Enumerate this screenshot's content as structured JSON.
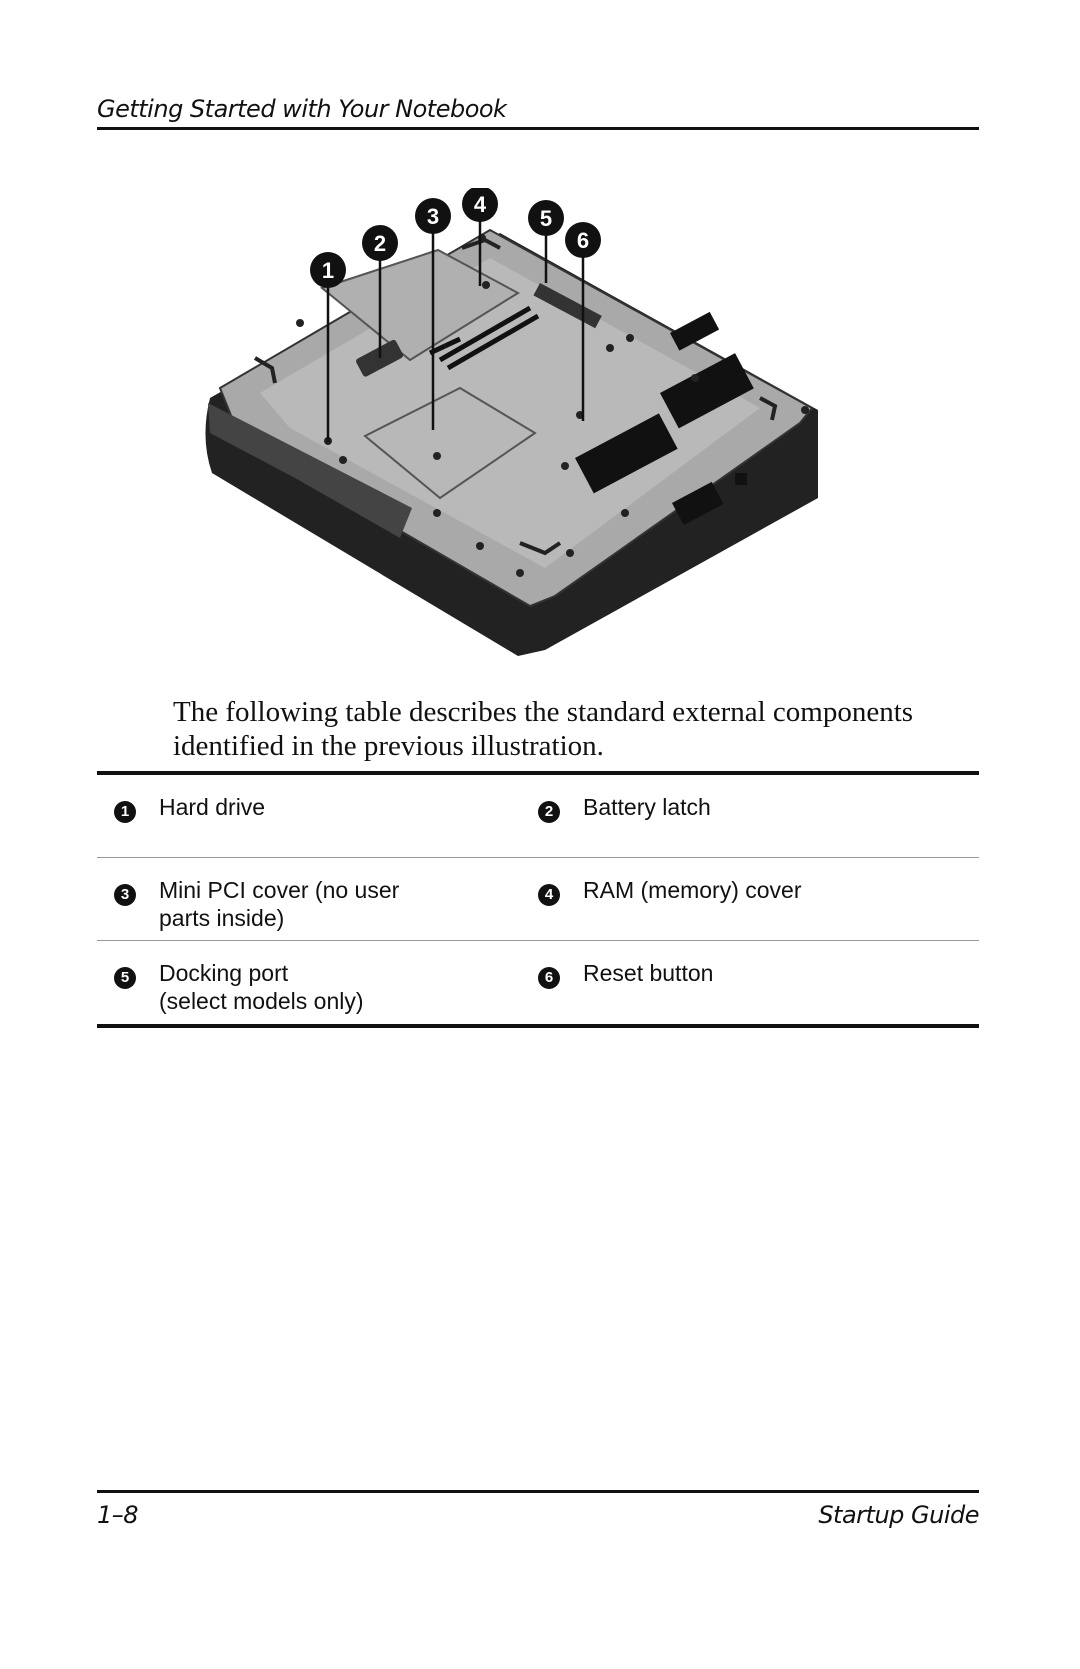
{
  "header": {
    "title": "Getting Started with Your Notebook"
  },
  "figure": {
    "callouts": [
      "1",
      "2",
      "3",
      "4",
      "5",
      "6"
    ]
  },
  "intro": "The following table describes the standard external components identified in the previous illustration.",
  "components": [
    {
      "num": "1",
      "label": "Hard drive"
    },
    {
      "num": "2",
      "label": "Battery latch"
    },
    {
      "num": "3",
      "label": "Mini PCI cover (no user\nparts inside)"
    },
    {
      "num": "4",
      "label": "RAM (memory) cover"
    },
    {
      "num": "5",
      "label": "Docking port\n(select models only)"
    },
    {
      "num": "6",
      "label": "Reset button"
    }
  ],
  "footer": {
    "page": "1–8",
    "guide": "Startup Guide"
  }
}
